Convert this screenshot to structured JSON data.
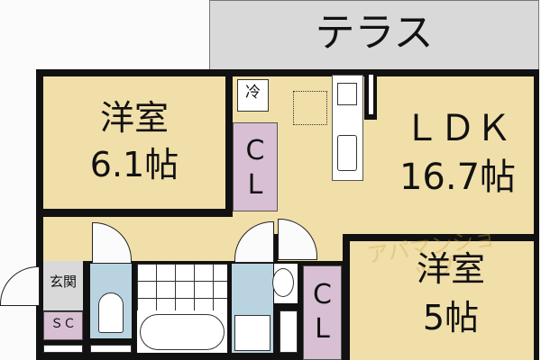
{
  "terrace": {
    "label": "テラス"
  },
  "rooms": {
    "western1": {
      "name": "洋室",
      "size": "6.1帖"
    },
    "ldk": {
      "name": "ＬＤＫ",
      "size": "16.7帖"
    },
    "western2": {
      "name": "洋室",
      "size": "5帖"
    },
    "closet1": {
      "line1": "C",
      "line2": "L"
    },
    "closet2": {
      "line1": "C",
      "line2": "L"
    },
    "entrance": {
      "name": "玄関"
    },
    "shoe_closet": {
      "name": "ＳＣ"
    },
    "fridge": {
      "name": "冷"
    }
  },
  "watermark": "アパマンショップ",
  "colors": {
    "room": "#f1dfa9",
    "closet": "#d8bfd3",
    "wet_area": "#b9d4e0",
    "terrace": "#d9d9d9",
    "wall": "#111111"
  }
}
